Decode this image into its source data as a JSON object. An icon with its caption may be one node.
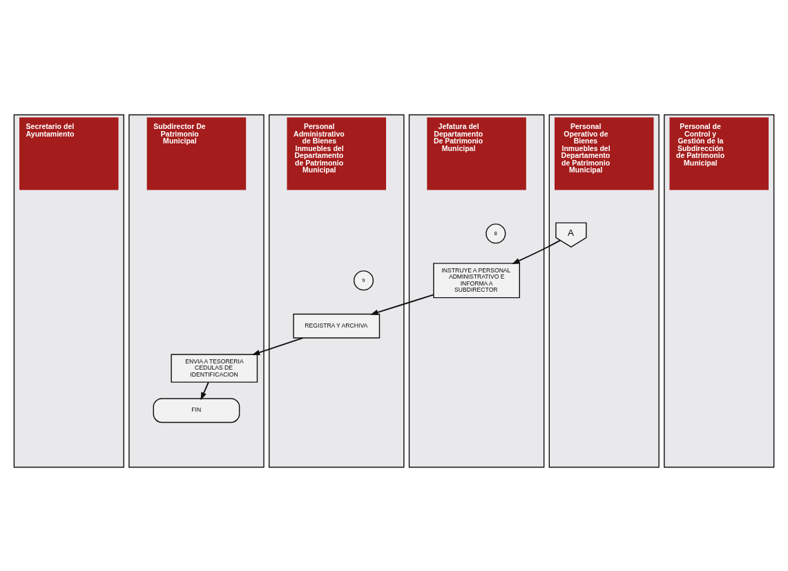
{
  "diagram": {
    "nodes": [
      {
        "text": [
          "Secretario del Ayuntamiento"
        ]
      },
      {
        "text": [
          "Subdirector De Patrimonio Municipal"
        ]
      },
      {
        "text": [
          "Jefatura del Departamento De Patrimonio Municipal"
        ]
      },
      {
        "text": [
          "Personal de Control y Gestión de la Subdirección de Patrimonio Municipal"
        ]
      },
      {
        "text": [
          "Personal Administrativo de Bienes Inmuebles del Departamento de Patrimonio Municipal"
        ]
      },
      {
        "text": [
          "Personal Operativo de Bienes Inmuebles del Departamento de Patrimonio Municipal"
        ]
      },
      {
        "text": [
          "A"
        ],
        "in": 5
      },
      {
        "text": [
          "8"
        ],
        "in": 2
      },
      {
        "text": [
          "INSTRUYE A PERSONAL ADMINISTRATIVO E INFORMA A SUBDIRECTOR"
        ],
        "in": 2
      },
      {
        "text": [
          "9"
        ],
        "in": 4
      },
      {
        "text": [
          "REGISTRA Y ARCHIVA"
        ],
        "in": 4
      },
      {
        "text": [
          "ENVIA A TESORERIA CEDULAS DE IDENTIFICACION"
        ],
        "in": 1
      },
      {
        "text": [
          "FIN"
        ],
        "in": 1
      }
    ],
    "edges": [
      {
        "from": 6,
        "to": 8,
        "arrow": "to"
      },
      {
        "from": 8,
        "to": 10,
        "arrow": "to"
      },
      {
        "from": 10,
        "to": 11,
        "arrow": "to"
      },
      {
        "from": 11,
        "to": 12,
        "arrow": "to"
      }
    ]
  }
}
